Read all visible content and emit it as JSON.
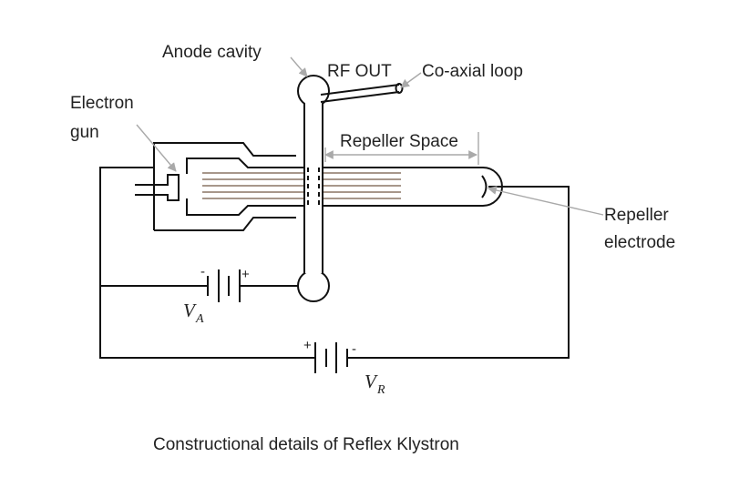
{
  "labels": {
    "anode_cavity": "Anode cavity",
    "rf_out": "RF OUT",
    "coaxial_loop": "Co-axial loop",
    "electron_gun_line1": "Electron",
    "electron_gun_line2": "gun",
    "repeller_space": "Repeller Space",
    "repeller_electrode_line1": "Repeller",
    "repeller_electrode_line2": "electrode",
    "va_symbol": "V",
    "va_subscript": "A",
    "vr_symbol": "V",
    "vr_subscript": "R",
    "plus": "+",
    "minus": "-"
  },
  "caption": "Constructional details of Reflex Klystron",
  "colors": {
    "line": "#111111",
    "pointer": "#a9a9a9",
    "beam": "#8a7565",
    "text": "#222222"
  }
}
